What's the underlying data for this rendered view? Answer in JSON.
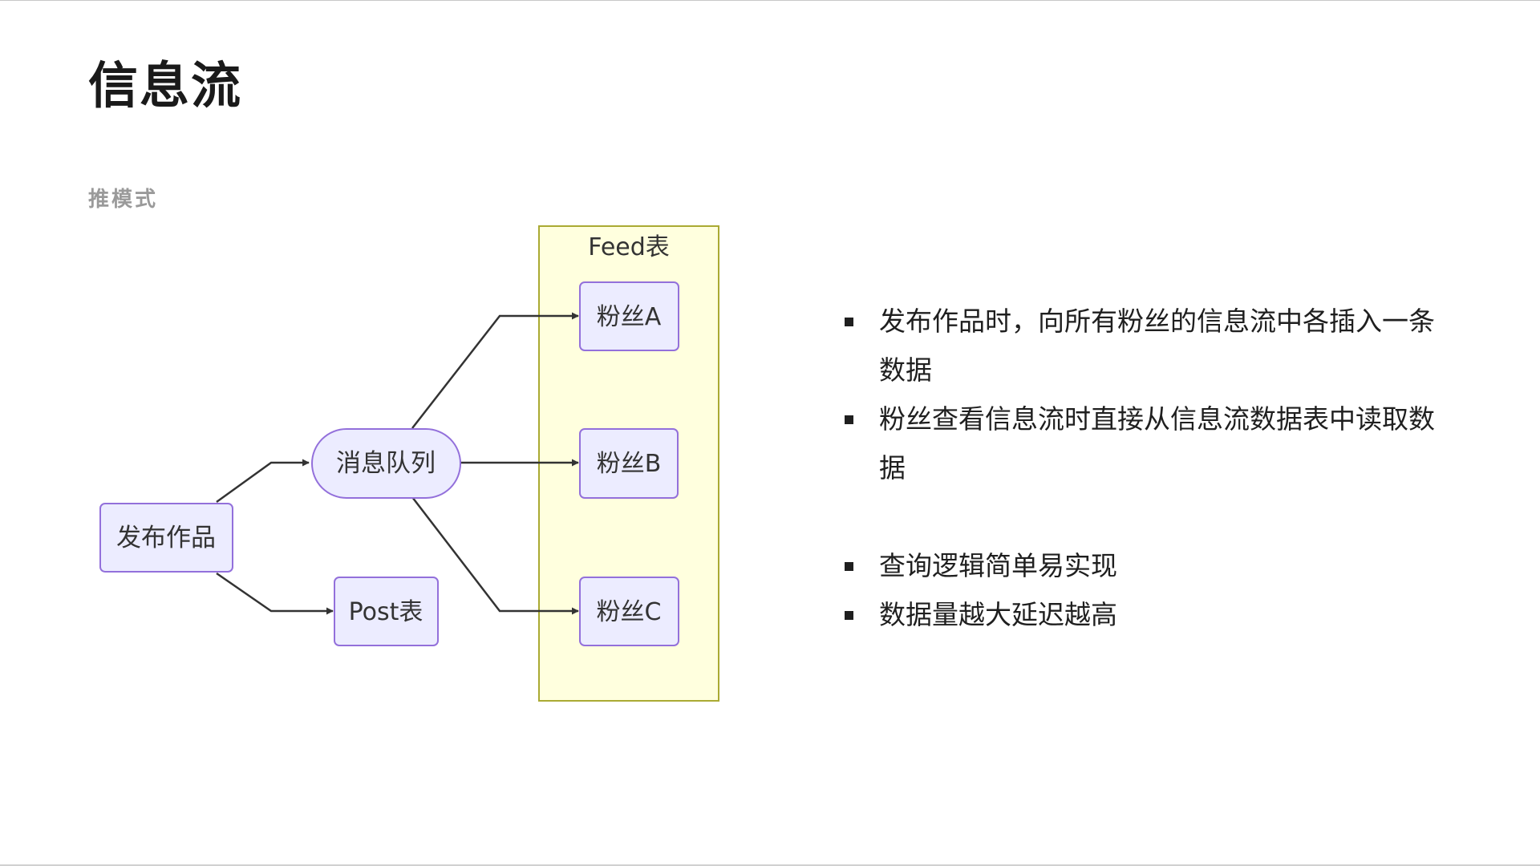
{
  "slide": {
    "title": "信息流",
    "subtitle": "推模式"
  },
  "diagram": {
    "feed_table_label": "Feed表",
    "nodes": {
      "publish": "发布作品",
      "queue": "消息队列",
      "post_table": "Post表",
      "fan_a": "粉丝A",
      "fan_b": "粉丝B",
      "fan_c": "粉丝C"
    },
    "colors": {
      "node_fill": "#ECECFF",
      "node_stroke": "#9370DB",
      "cluster_fill": "#FFFFDE",
      "cluster_stroke": "#AAAA33",
      "edge": "#333333"
    }
  },
  "bullets": [
    "发布作品时，向所有粉丝的信息流中各插入一条数据",
    "粉丝查看信息流时直接从信息流数据表中读取数据",
    "查询逻辑简单易实现",
    "数据量越大延迟越高"
  ]
}
